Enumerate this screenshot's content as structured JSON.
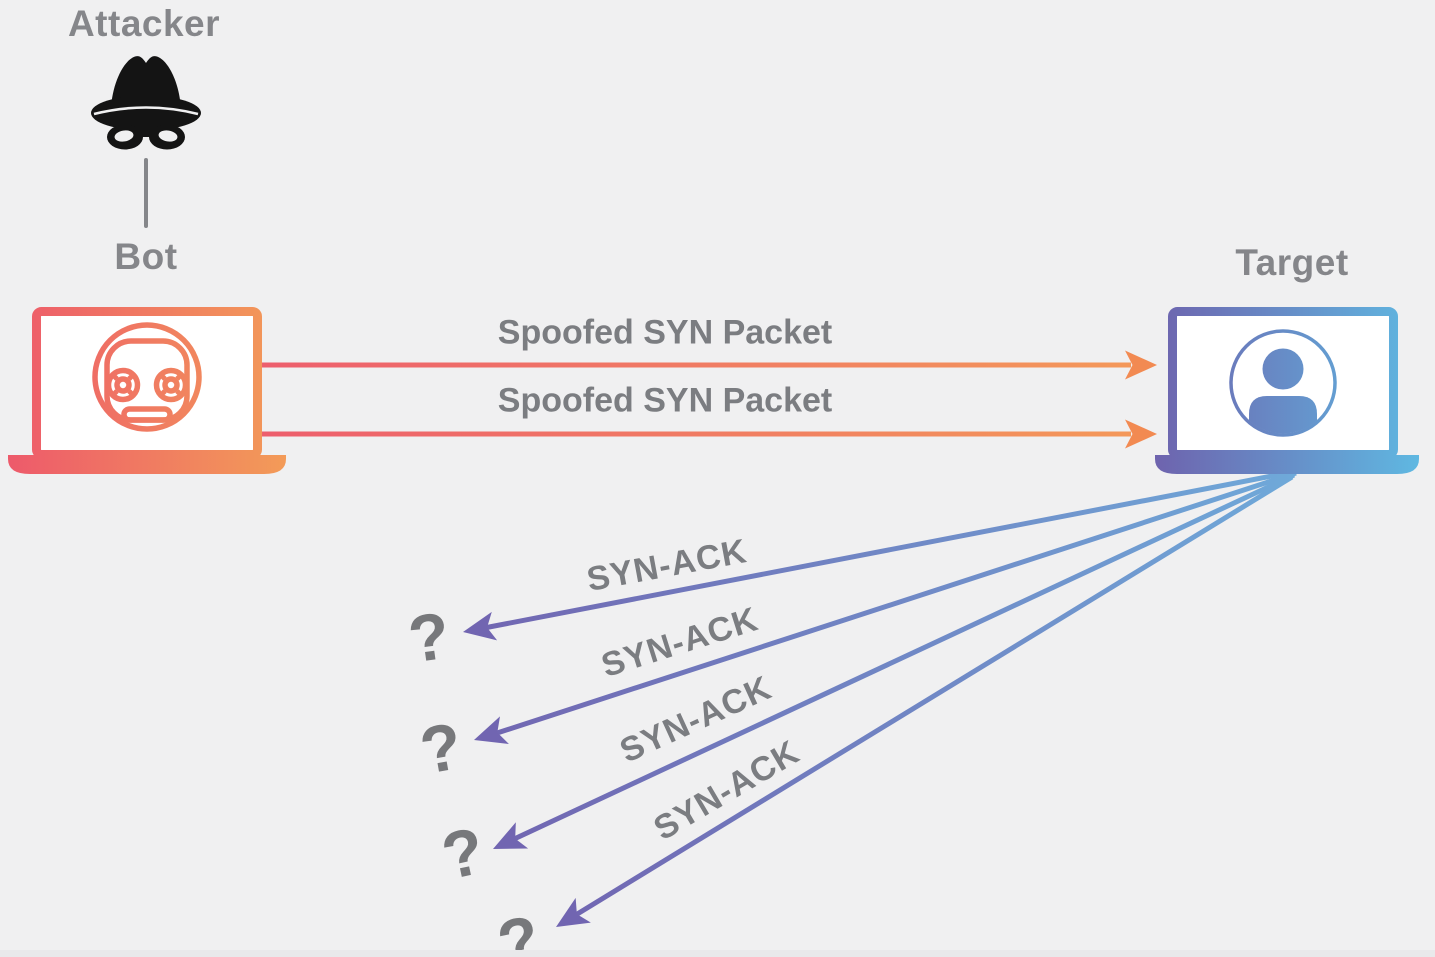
{
  "diagram": {
    "background_color": "#f0f0f1",
    "colors": {
      "attack_flow_start": "#ed5e6d",
      "attack_flow_end": "#f49a59",
      "response_flow_blue": "#6fa9d9",
      "response_flow_purple": "#7165b1",
      "title_gray": "#85868a",
      "label_gray": "#7b7d81",
      "question_gray": "#77787b"
    },
    "attacker": {
      "label": "Attacker",
      "icon": "spy-icon"
    },
    "bot": {
      "label": "Bot",
      "icon": "robot-laptop-icon"
    },
    "target": {
      "label": "Target",
      "icon": "user-laptop-icon"
    },
    "syn_packets": [
      {
        "label": "Spoofed SYN Packet"
      },
      {
        "label": "Spoofed SYN Packet"
      }
    ],
    "syn_acks": [
      {
        "label": "SYN-ACK",
        "destination": "?"
      },
      {
        "label": "SYN-ACK",
        "destination": "?"
      },
      {
        "label": "SYN-ACK",
        "destination": "?"
      },
      {
        "label": "SYN-ACK",
        "destination": "?"
      }
    ]
  }
}
